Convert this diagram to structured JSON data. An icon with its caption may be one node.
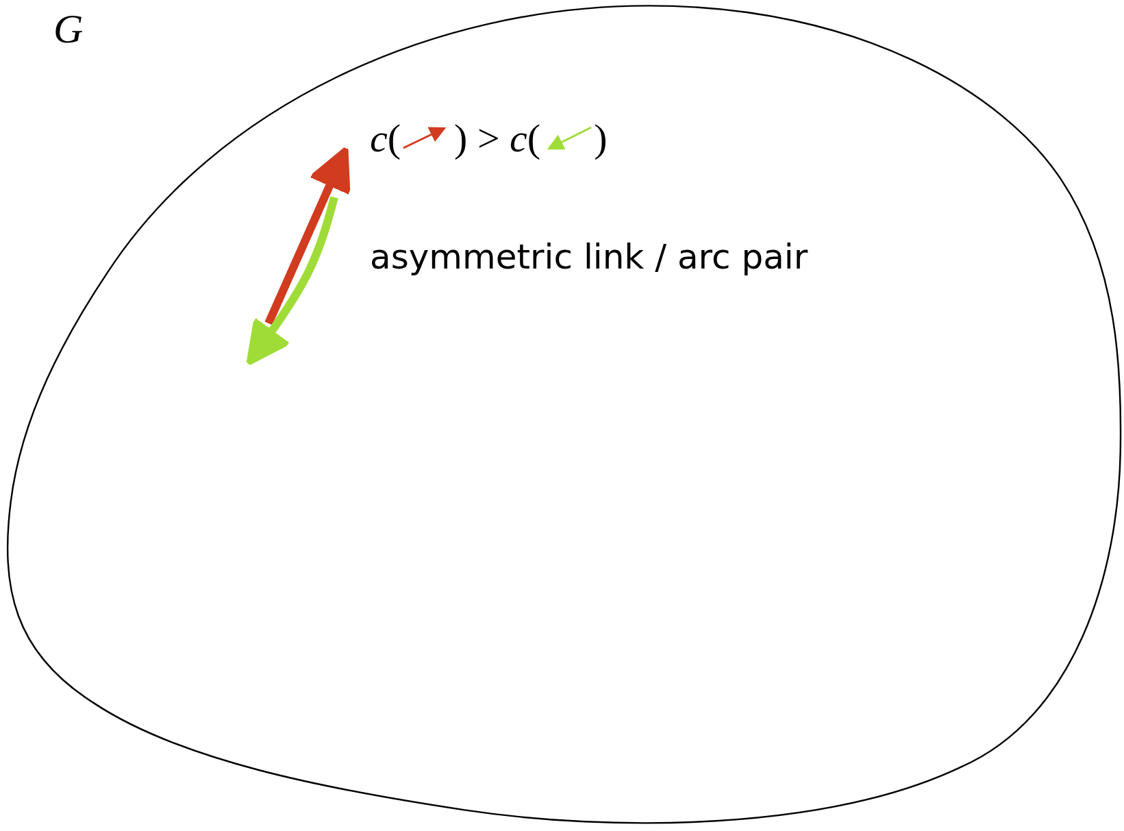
{
  "diagram": {
    "nodes": [
      {
        "text": [
          "G"
        ]
      }
    ],
    "labels": [
      "*c*(",
      ") > *c*(",
      ")",
      "asymmetric link / arc pair"
    ]
  }
}
